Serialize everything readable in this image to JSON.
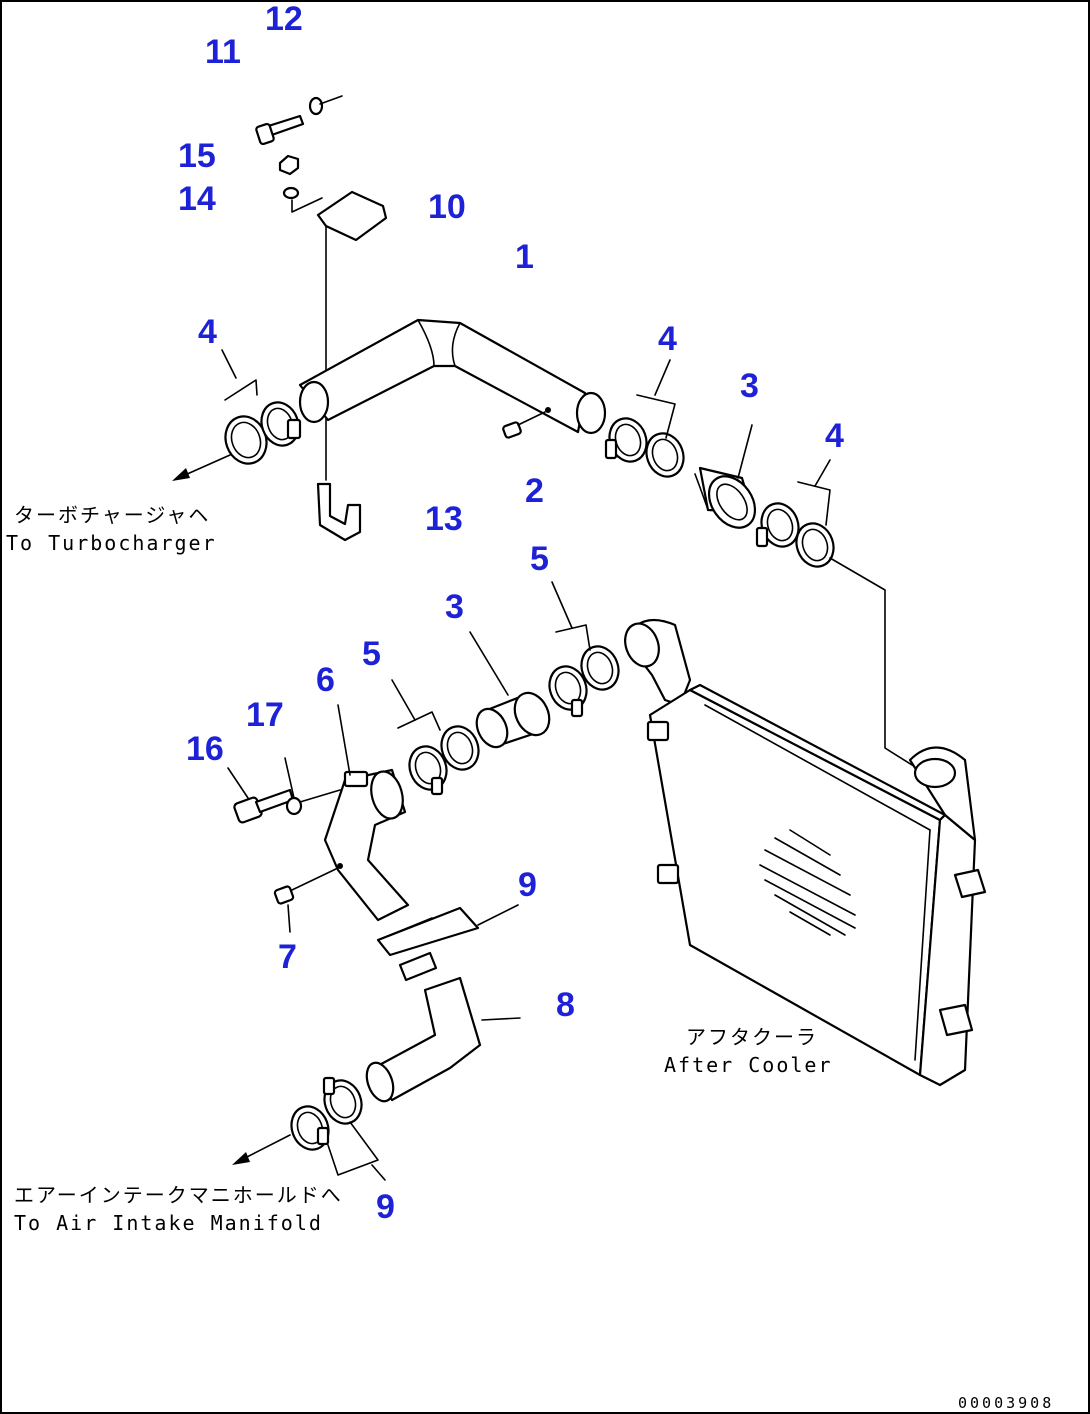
{
  "callouts": [
    {
      "id": "c12",
      "text": "12"
    },
    {
      "id": "c11",
      "text": "11"
    },
    {
      "id": "c15",
      "text": "15"
    },
    {
      "id": "c14",
      "text": "14"
    },
    {
      "id": "c10",
      "text": "10"
    },
    {
      "id": "c1",
      "text": "1"
    },
    {
      "id": "c4a",
      "text": "4"
    },
    {
      "id": "c4b",
      "text": "4"
    },
    {
      "id": "c3a",
      "text": "3"
    },
    {
      "id": "c4c",
      "text": "4"
    },
    {
      "id": "c2",
      "text": "2"
    },
    {
      "id": "c13",
      "text": "13"
    },
    {
      "id": "c5a",
      "text": "5"
    },
    {
      "id": "c3b",
      "text": "3"
    },
    {
      "id": "c5b",
      "text": "5"
    },
    {
      "id": "c6",
      "text": "6"
    },
    {
      "id": "c17",
      "text": "17"
    },
    {
      "id": "c16",
      "text": "16"
    },
    {
      "id": "c9a",
      "text": "9"
    },
    {
      "id": "c7",
      "text": "7"
    },
    {
      "id": "c8",
      "text": "8"
    },
    {
      "id": "c9b",
      "text": "9"
    }
  ],
  "notes": {
    "turbo_jp": "ターボチャージャヘ",
    "turbo_en": "To Turbocharger",
    "cooler_jp": "アフタクーラ",
    "cooler_en": "After Cooler",
    "intake_jp": "エアーインテークマニホールドへ",
    "intake_en": "To Air Intake Manifold"
  },
  "drawing_code": "00003908"
}
